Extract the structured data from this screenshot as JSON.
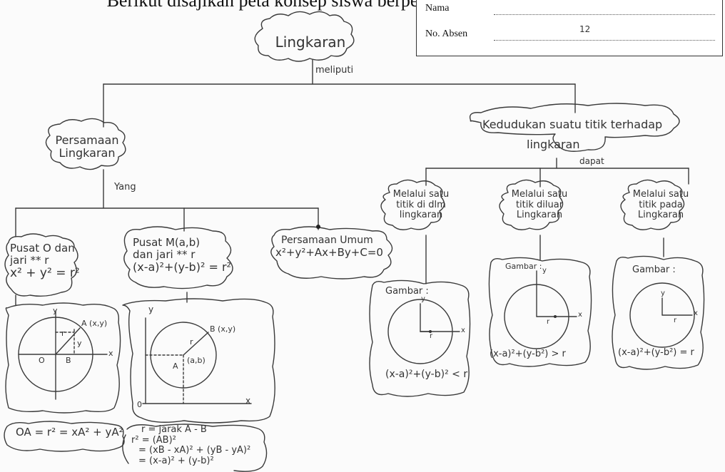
{
  "caption": "Berikut disajikan peta konsep siswa berpemahaman konseptual rendah.",
  "student_info": {
    "nama_label": "Nama",
    "nama_value": "",
    "absen_label": "No. Absen",
    "absen_value": "12"
  },
  "root": "Lingkaran",
  "root_link": "meliputi",
  "left_branch": {
    "title_line1": "Persamaan",
    "title_line2": "Lingkaran",
    "link": "Yang",
    "nodes": [
      {
        "line1": "Pusat O dan",
        "line2": "jari ** r",
        "formula": "x² + y² = r²"
      },
      {
        "line1": "Pusat M(a,b)",
        "line2": "dan jari ** r",
        "formula": "(x-a)²+(y-b)² = r²"
      },
      {
        "line1": "Persamaan Umum",
        "formula": "x²+y²+Ax+By+C=0"
      }
    ],
    "figure1": {
      "point_label": "A (x,y)",
      "origin": "O",
      "x_label": "x",
      "y_label": "y",
      "r_label": "r",
      "foot_label": "B",
      "y_mid": "y"
    },
    "figure2": {
      "point_label": "B (x,y)",
      "center": "(a,b)",
      "a_label": "A",
      "r_label": "r",
      "x_label": "x",
      "y_label": "y",
      "origin": "0"
    },
    "result1": "OA = r² = xA² + yA²",
    "result2": {
      "line1": "r = jarak A - B",
      "line2": "r² = (AB)²",
      "line3": "= (xB - xA)² + (yB - yA)²",
      "line4": "= (x-a)² + (y-b)²"
    }
  },
  "right_branch": {
    "title_line1": "Kedudukan suatu titik terhadap",
    "title_line2": "lingkaran",
    "link": "dapat",
    "nodes": [
      {
        "line1": "Melalui satu",
        "line2": "titik di dlm",
        "line3": "lingkaran",
        "gambar": "Gambar :",
        "formula": "(x-a)²+(y-b)² < r"
      },
      {
        "line1": "Melalui satu",
        "line2": "titik diluar",
        "line3": "Lingkaran",
        "gambar": "Gambar :",
        "formula": "(x-a)²+(y-b²) > r"
      },
      {
        "line1": "Melalui satu",
        "line2": "titik pada",
        "line3": "Lingkaran",
        "gambar": "Gambar :",
        "formula": "(x-a)²+(y-b²) = r"
      }
    ],
    "fig_labels": {
      "x": "x",
      "y": "y",
      "r": "r"
    }
  }
}
